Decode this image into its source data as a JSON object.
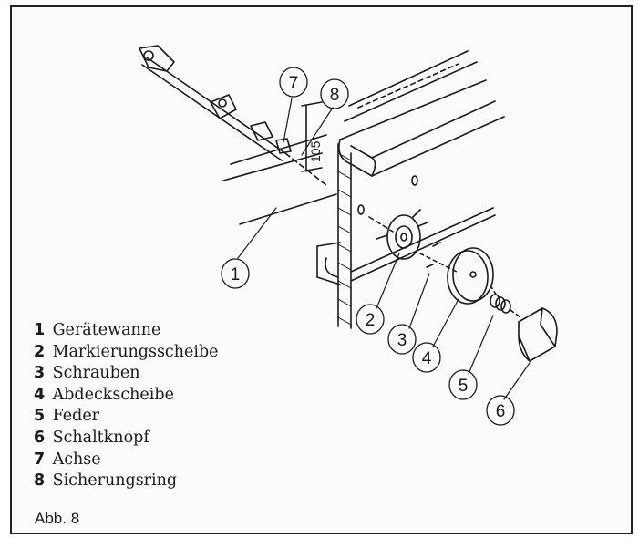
{
  "legend": [
    {
      "num": "1",
      "label": "Gerätewanne"
    },
    {
      "num": "2",
      "label": "Markierungsscheibe"
    },
    {
      "num": "3",
      "label": "Schrauben"
    },
    {
      "num": "4",
      "label": "Abdeckscheibe"
    },
    {
      "num": "5",
      "label": "Feder"
    },
    {
      "num": "6",
      "label": "Schaltknopf"
    },
    {
      "num": "7",
      "label": "Achse"
    },
    {
      "num": "8",
      "label": "Sicherungsring"
    }
  ],
  "caption": "Abb. 8",
  "dimension": "105",
  "callouts": [
    "1",
    "2",
    "3",
    "4",
    "5",
    "6",
    "7",
    "8"
  ]
}
